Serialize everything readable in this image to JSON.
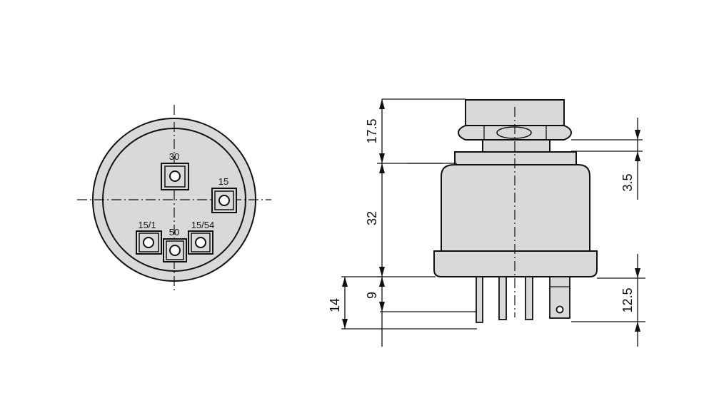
{
  "front_view": {
    "terminals": {
      "t30": "30",
      "t15": "15",
      "t15_1": "15/1",
      "t50": "50",
      "t15_54": "15/54"
    }
  },
  "side_view": {
    "dimensions": {
      "d17_5": "17.5",
      "d32": "32",
      "d3_5": "3.5",
      "d14": "14",
      "d9": "9",
      "d12_5": "12.5"
    }
  },
  "colors": {
    "body_fill": "#d9d9d9",
    "line": "#111111",
    "background": "#ffffff"
  }
}
